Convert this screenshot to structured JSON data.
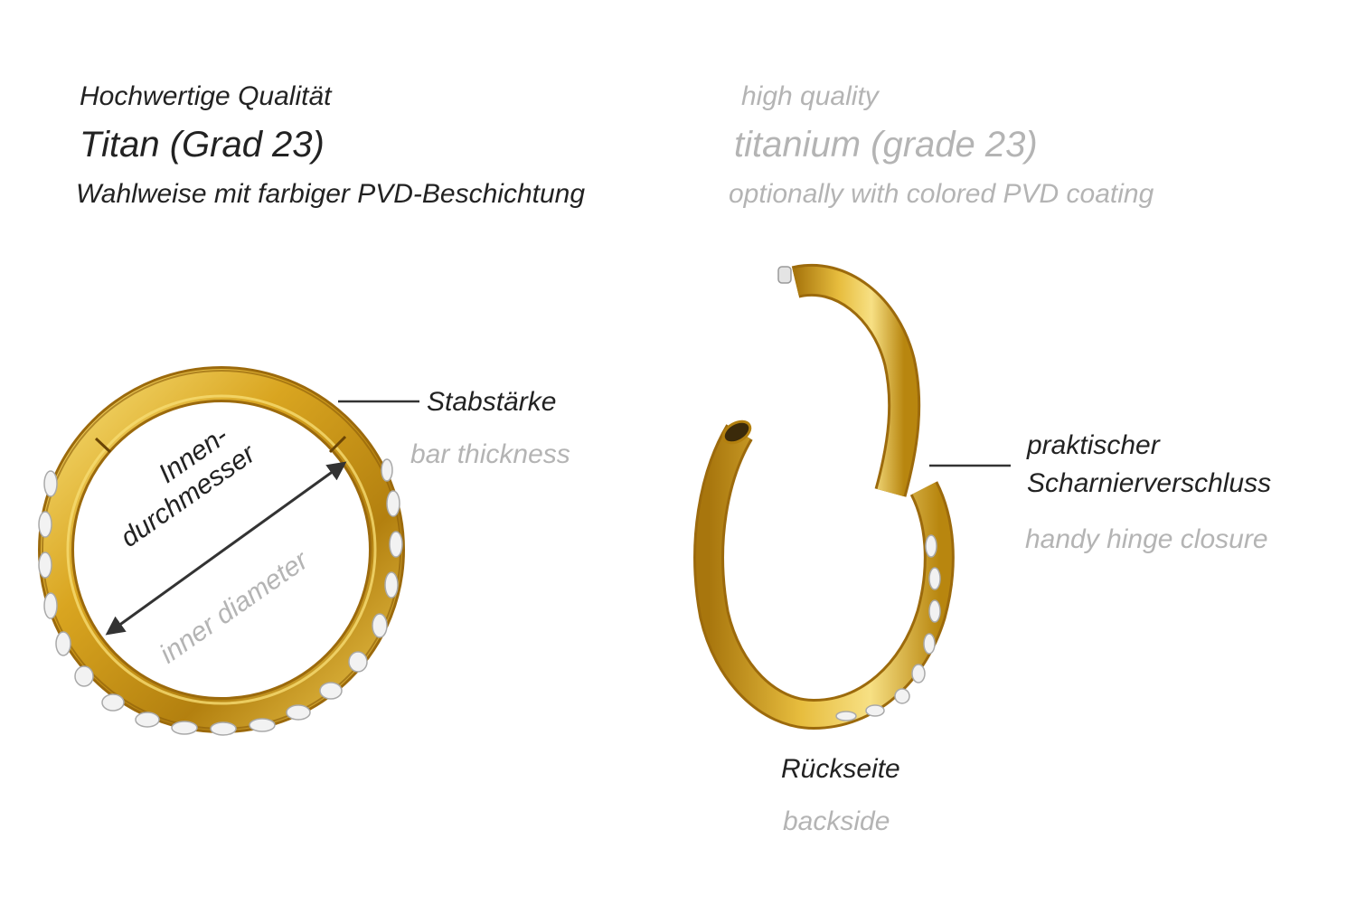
{
  "header": {
    "de_quality": "Hochwertige Qualität",
    "de_material": "Titan (Grad 23)",
    "de_coating": "Wahlweise mit farbiger PVD-Beschichtung",
    "en_quality": "high quality",
    "en_material": "titanium (grade 23)",
    "en_coating": "optionally with colored PVD coating"
  },
  "labels": {
    "bar_thickness_de": "Stabstärke",
    "bar_thickness_en": "bar thickness",
    "inner_diameter_de_line1": "Innen-",
    "inner_diameter_de_line2": "durchmesser",
    "inner_diameter_en": "inner diameter",
    "hinge_de_line1": "praktischer",
    "hinge_de_line2": "Scharnierverschluss",
    "hinge_en": "handy hinge closure",
    "backside_de": "Rückseite",
    "backside_en": "backside"
  },
  "colors": {
    "gold": "#d9a520",
    "gold_dark": "#9c6a0c",
    "gold_light": "#f6dc72",
    "text_de": "#222222",
    "text_en": "#b4b4b4"
  }
}
